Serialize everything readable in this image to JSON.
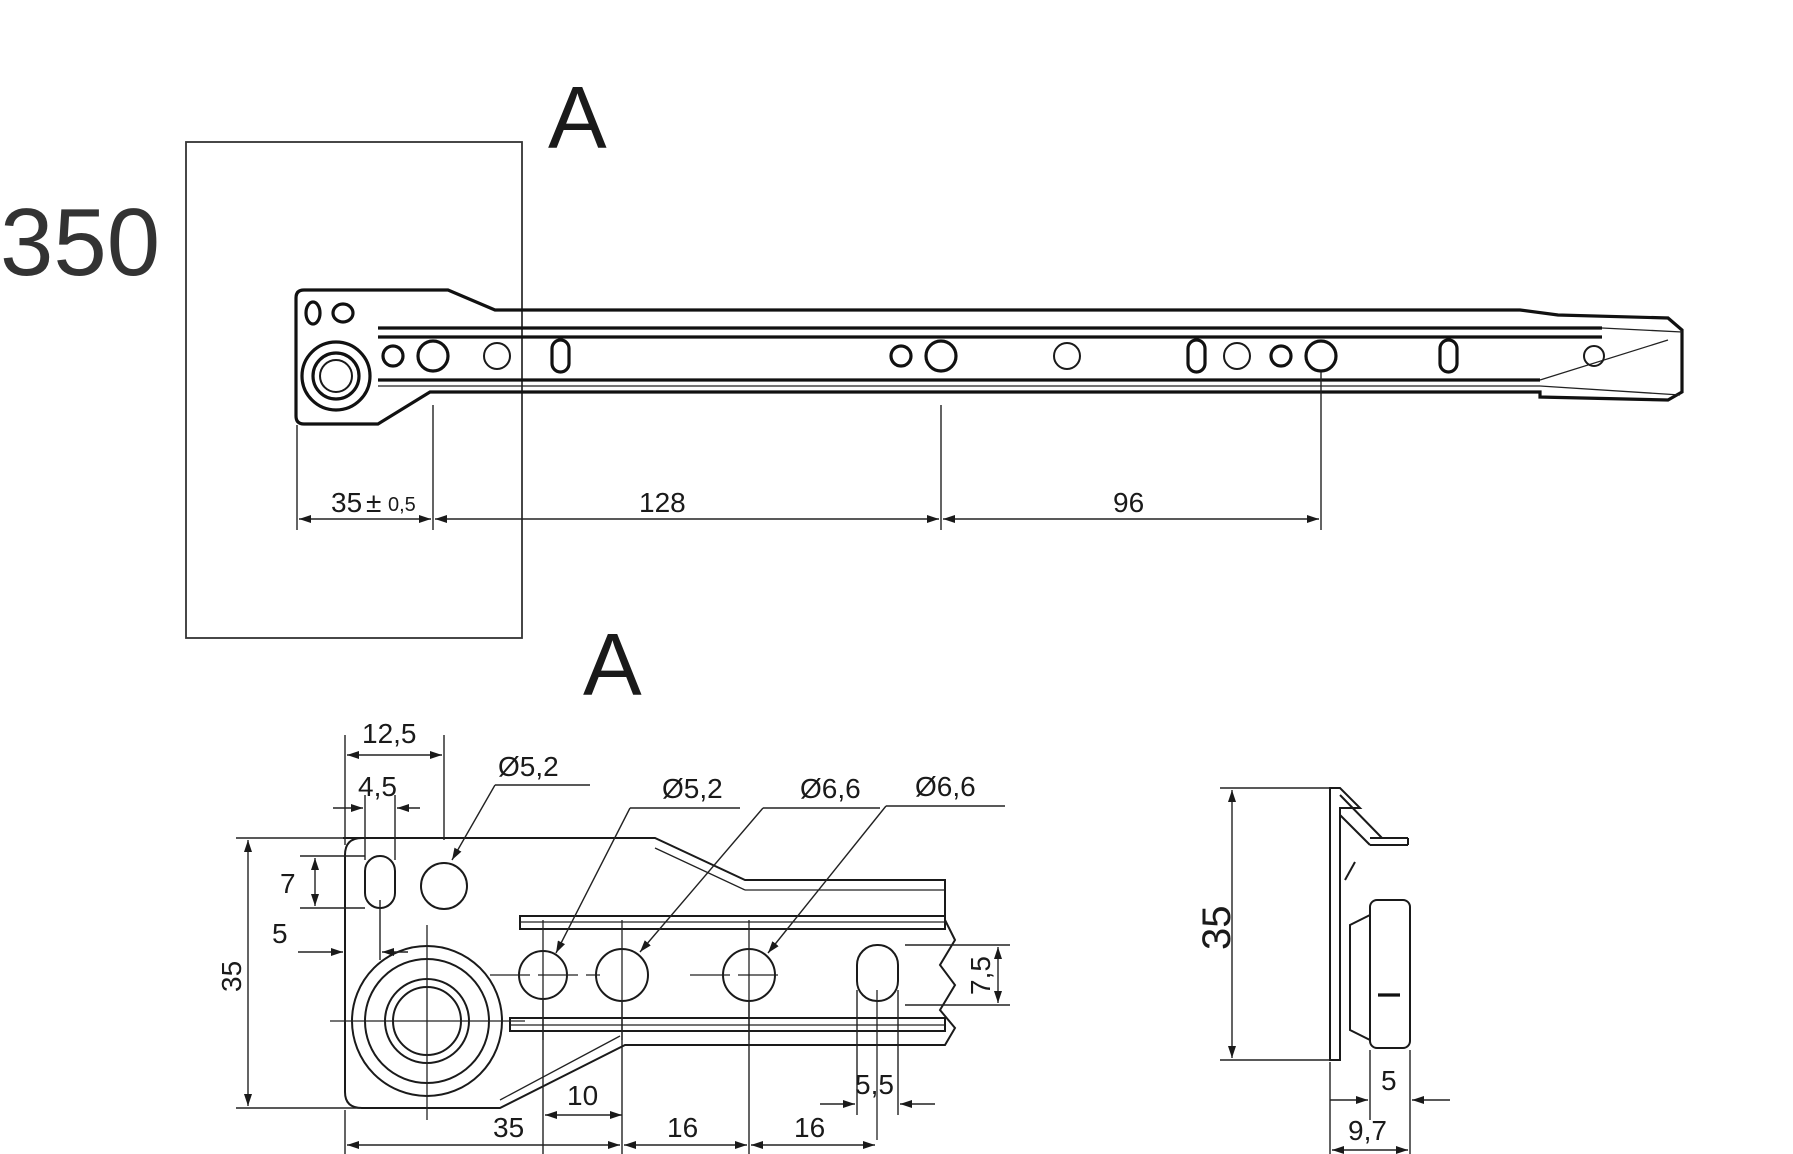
{
  "top_view": {
    "length_label": "350",
    "detail_marker": "A",
    "dims": {
      "d1_main": "35",
      "d1_pm": "±",
      "d1_tol": "0,5",
      "d2": "128",
      "d3": "96"
    }
  },
  "detail_view": {
    "title": "A",
    "dims": {
      "w12_5": "12,5",
      "w4_5": "4,5",
      "h7": "7",
      "w5": "5",
      "h35": "35",
      "hole1": "Ø5,2",
      "hole2": "Ø5,2",
      "hole3": "Ø6,6",
      "hole4": "Ø6,6",
      "h7_5": "7,5",
      "w10": "10",
      "w35": "35",
      "w16a": "16",
      "w16b": "16",
      "w5_5": "5,5"
    }
  },
  "side_view": {
    "dims": {
      "h35": "35",
      "w5": "5",
      "w9_7": "9,7"
    }
  }
}
